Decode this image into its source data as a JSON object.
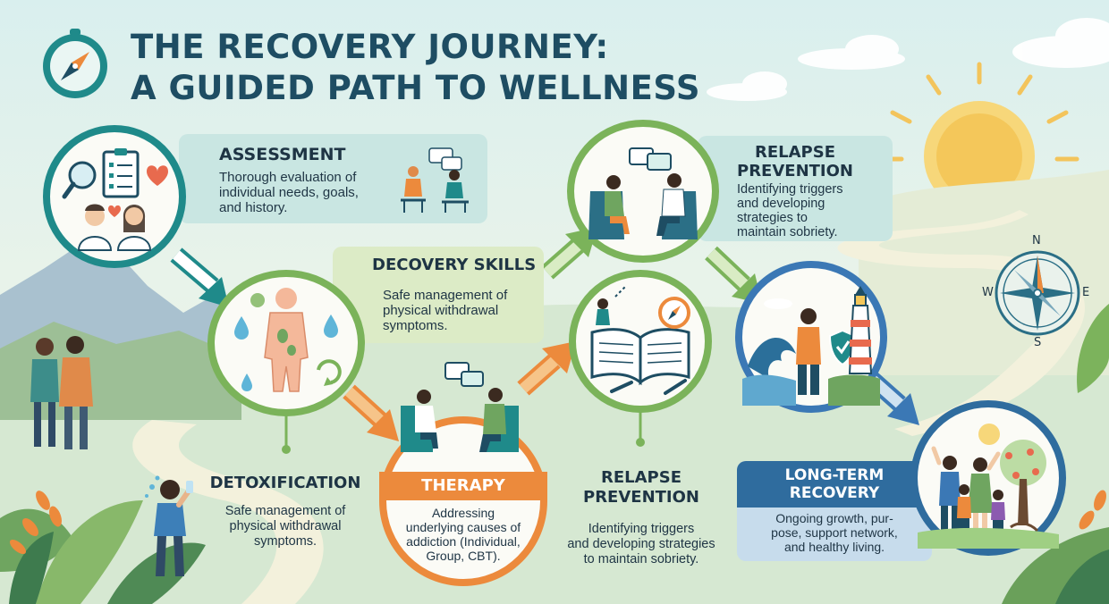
{
  "header": {
    "title_line1": "THE RECOVERY JOURNEY:",
    "title_line2": "A GUIDED PATH TO WELLNESS"
  },
  "steps": {
    "assessment": {
      "title": "ASSESSMENT",
      "lines": [
        "Thorough evaluation of",
        "individual needs, goals,",
        "and history."
      ]
    },
    "decovery_skills": {
      "title": "DECOVERY SKILLS",
      "lines": [
        "Safe management of",
        "physical withdrawal",
        "symptoms."
      ]
    },
    "detoxification": {
      "title": "DETOXIFICATION",
      "lines": [
        "Safe management of",
        "physical withdrawal",
        "symptoms."
      ]
    },
    "therapy": {
      "title": "THERAPY",
      "lines": [
        "Addressing",
        "underlying causes of",
        "addiction (Individual,",
        "Group, CBT)."
      ]
    },
    "relapse_prevention_bottom": {
      "title_lines": [
        "RELAPSE",
        "PREVENTION"
      ],
      "lines": [
        "Identifying triggers",
        "and developing strategies",
        "to maintain sobriety."
      ]
    },
    "relapse_prevention_top": {
      "title_lines": [
        "RELAPSE",
        "PREVENTION"
      ],
      "lines": [
        "Identifying triggers",
        "and developing",
        "strategies to",
        "maintain sobriety."
      ]
    },
    "long_term_recovery": {
      "title_lines": [
        "LONG-TERM",
        "RECOVERY"
      ],
      "lines": [
        "Ongoing growth, pur-",
        "pose, support network,",
        "and healthy living."
      ]
    }
  },
  "compass": {
    "n": "N",
    "e": "E",
    "s": "S",
    "w": "W"
  },
  "colors": {
    "teal": "#1f8a8a",
    "green": "#7bb35a",
    "orange": "#ec8a3c",
    "blue": "#3b78b5",
    "navy": "#1e4d63",
    "panel_teal": "#c9e6e2",
    "panel_green": "#dcebc6",
    "panel_blue": "#c7dcec"
  },
  "icons": [
    "compass-icon",
    "magnifier-icon",
    "clipboard-icon",
    "heart-icon",
    "doctor-icon",
    "speech-bubble-icon",
    "water-drop-icon",
    "recycle-arrows-icon",
    "open-book-icon",
    "lighthouse-icon",
    "shield-icon",
    "tree-icon",
    "sun-icon",
    "mountain-icon"
  ]
}
